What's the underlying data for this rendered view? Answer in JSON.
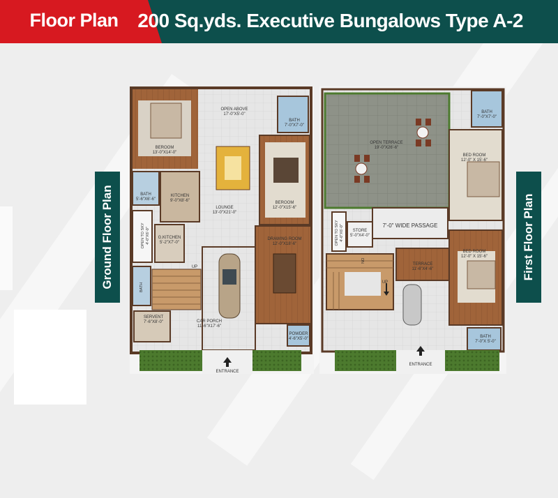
{
  "header": {
    "badge": "Floor Plan",
    "title": "200 Sq.yds. Executive Bungalows Type A-2"
  },
  "side_labels": {
    "left": "Ground Floor Plan",
    "right": "First Floor Plan"
  },
  "colors": {
    "header_bg": "#0d4f4c",
    "badge_bg": "#d71920",
    "wood_floor": "#a0643a",
    "tile_floor": "#e4e4e4",
    "terrace_floor": "#8e9288",
    "wall": "#5a3a26",
    "lawn": "#4c7a2e"
  },
  "ground_floor": {
    "rooms": [
      {
        "name": "BEROOM",
        "size": "13'-0\"X14'-0\""
      },
      {
        "name": "OPEN ABOVE",
        "size": "17'-0\"X5'-0\""
      },
      {
        "name": "BATH",
        "size": "7'-0\"X7'-0\""
      },
      {
        "name": "BATH",
        "size": "5'-6\"X6'-6\""
      },
      {
        "name": "KITCHEN",
        "size": "9'-0\"X8'-6\""
      },
      {
        "name": "LOUNGE",
        "size": "13'-0\"X21'-0\""
      },
      {
        "name": "BEROOM",
        "size": "12'-0\"X15'-6\""
      },
      {
        "name": "OPEN TO SKY",
        "size": "4'-0\"X6'-0\""
      },
      {
        "name": "G.KITCHEN",
        "size": "5'-2\"X7'-0\""
      },
      {
        "name": "DRAWING ROOM",
        "size": "12'-0\"X18'-6\""
      },
      {
        "name": "BATH",
        "size": ""
      },
      {
        "name": "SERVENT",
        "size": "7'-6\"X8'-0\""
      },
      {
        "name": "CAR PORCH",
        "size": "11'-6\"X17'-6\""
      },
      {
        "name": "POWDER",
        "size": "4'-6\"X5'-0\""
      }
    ],
    "up_label": "UP",
    "entrance": "ENTRANCE"
  },
  "first_floor": {
    "rooms": [
      {
        "name": "OPEN TERRACE",
        "size": "19'-0\"X26'-6\""
      },
      {
        "name": "BATH",
        "size": "7'-0\"X7'-0\""
      },
      {
        "name": "BED ROOM",
        "size": "12'-0\" X 15'-6\""
      },
      {
        "name": "OPEN TO SKY",
        "size": "4'-0\"X6'-0\""
      },
      {
        "name": "STORE",
        "size": "5'-0\"X4'-0\""
      },
      {
        "name": "7'-0\" WIDE PASSAGE",
        "size": ""
      },
      {
        "name": "BED ROOM",
        "size": "12'-0\" X 15'-6\""
      },
      {
        "name": "TERRACE",
        "size": "11'-6\"X4'-6\""
      },
      {
        "name": "BATH",
        "size": "7'-0\"X 5'-0\""
      }
    ],
    "dn_label": "DN",
    "up_label": "UP",
    "entrance": "ENTRANCE"
  }
}
